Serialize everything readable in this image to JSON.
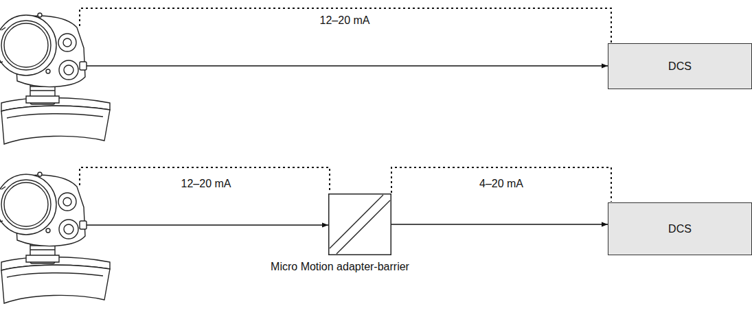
{
  "diagram": {
    "nodes": [
      {
        "text": [
          "DCS"
        ]
      },
      {
        "text": [
          "Micro Motion adapter-barrier"
        ]
      },
      {
        "text": [
          "DCS"
        ]
      }
    ],
    "edges": [
      {
        "from": 1,
        "to": 2,
        "arrow": "to"
      }
    ],
    "labels": [
      "12–20 mA",
      "12–20 mA",
      "4–20 mA"
    ]
  }
}
